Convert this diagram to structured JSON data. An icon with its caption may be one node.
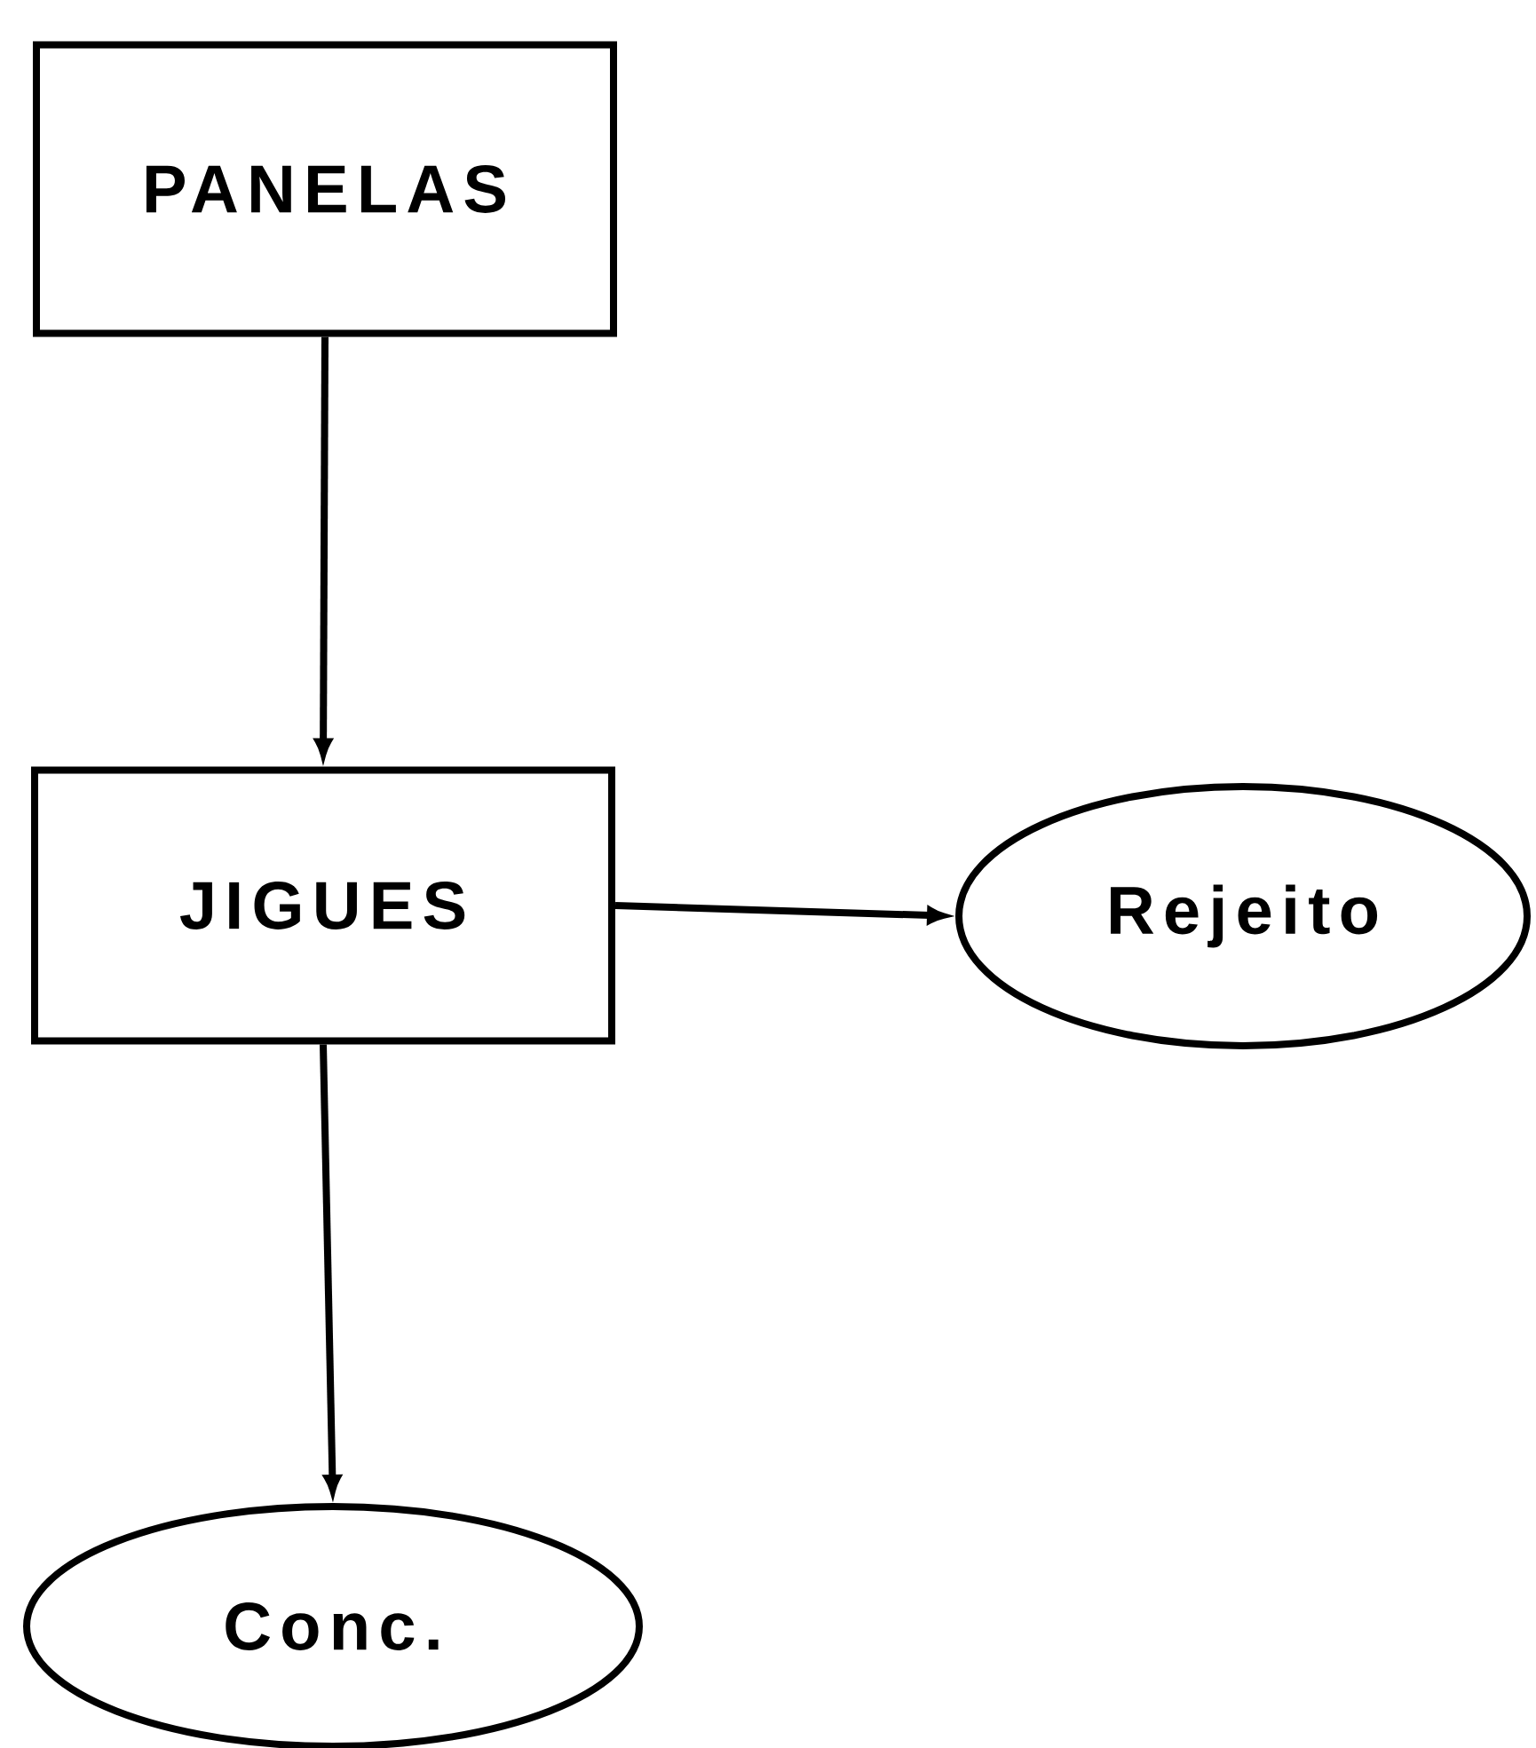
{
  "diagram": {
    "nodes": [
      {
        "text": [
          "PANELAS"
        ]
      },
      {
        "text": [
          "JIGUES"
        ]
      },
      {
        "text": [
          "Rejeito"
        ]
      },
      {
        "text": [
          "Conc."
        ]
      }
    ],
    "edges": [
      {
        "from": 0,
        "to": 1,
        "arrow": "to"
      },
      {
        "from": 1,
        "to": 2,
        "arrow": "to"
      },
      {
        "from": 1,
        "to": 3,
        "arrow": "to"
      }
    ]
  }
}
